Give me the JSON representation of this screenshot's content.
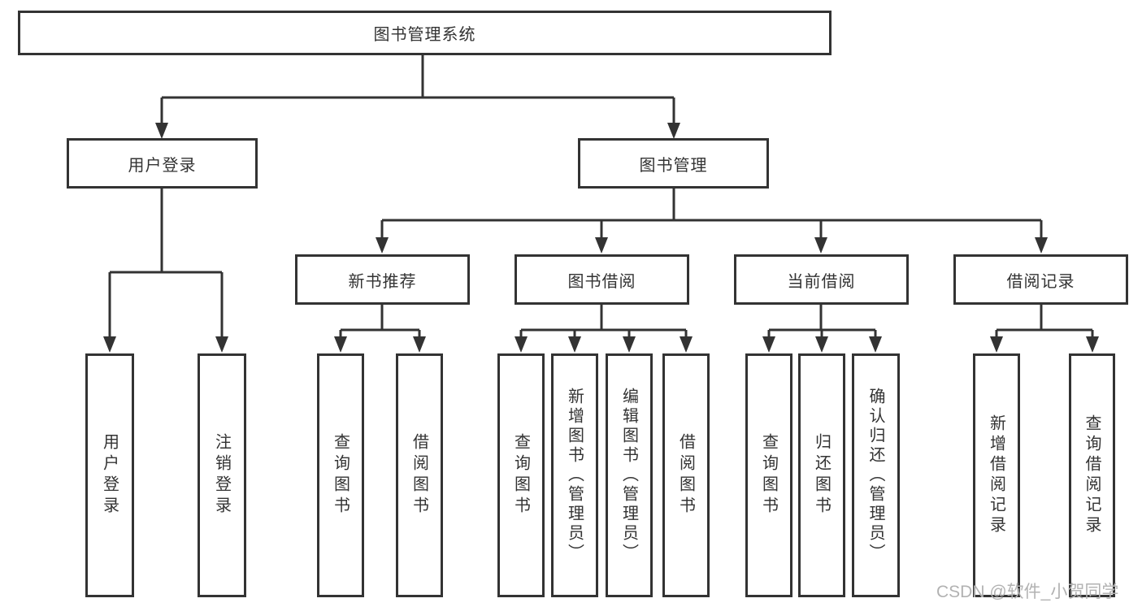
{
  "tree": {
    "label": "图书管理系统",
    "children": [
      {
        "label": "用户登录",
        "children": [
          {
            "label": "用户登录"
          },
          {
            "label": "注销登录"
          }
        ]
      },
      {
        "label": "图书管理",
        "children": [
          {
            "label": "新书推荐",
            "children": [
              {
                "label": "查询图书"
              },
              {
                "label": "借阅图书"
              }
            ]
          },
          {
            "label": "图书借阅",
            "children": [
              {
                "label": "查询图书"
              },
              {
                "label": "新增图书（管理员）"
              },
              {
                "label": "编辑图书（管理员）"
              },
              {
                "label": "借阅图书"
              }
            ]
          },
          {
            "label": "当前借阅",
            "children": [
              {
                "label": "查询图书"
              },
              {
                "label": "归还图书"
              },
              {
                "label": "确认归还（管理员）"
              }
            ]
          },
          {
            "label": "借阅记录",
            "children": [
              {
                "label": "新增借阅记录"
              },
              {
                "label": "查询借阅记录"
              }
            ]
          }
        ]
      }
    ]
  },
  "watermark": "CSDN @软件_小贺同学",
  "colors": {
    "line": "#333333",
    "box_border": "#333333",
    "box_fill": "#ffffff",
    "text": "#333333",
    "watermark": "#b2b2b2"
  }
}
